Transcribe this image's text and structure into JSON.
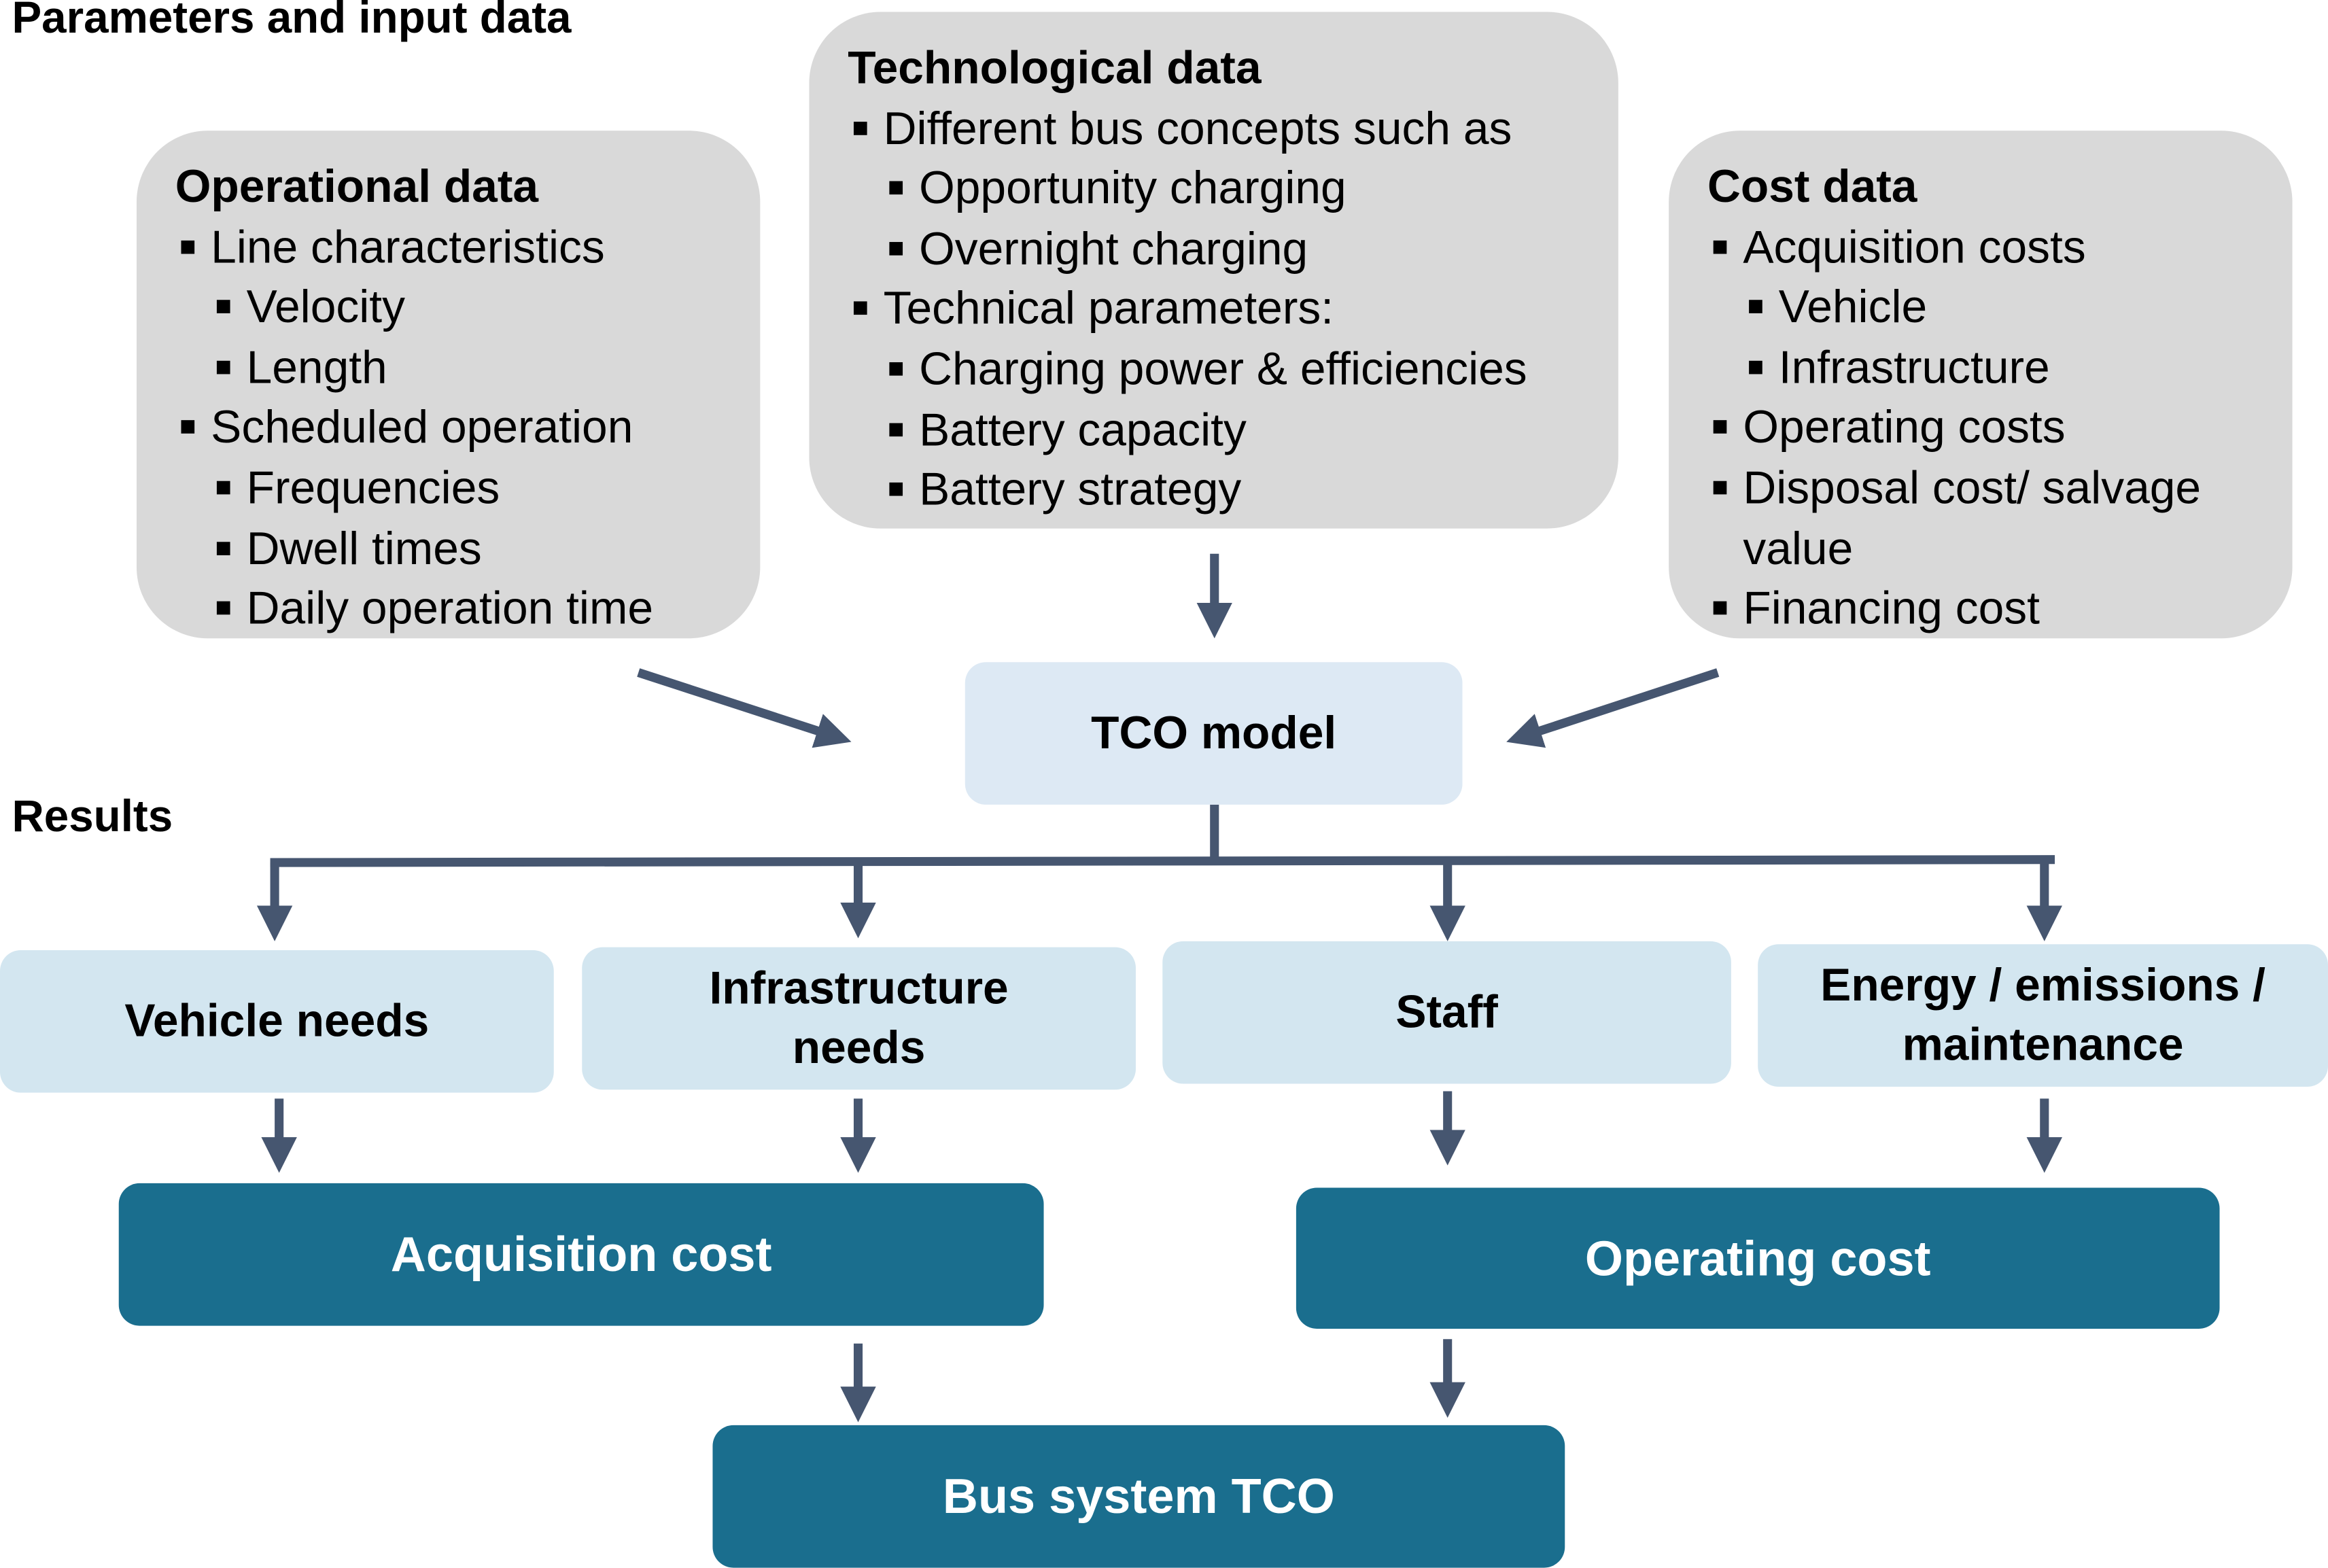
{
  "sections": {
    "inputs": "Parameters and input data",
    "results": "Results"
  },
  "operational": {
    "title": "Operational data",
    "items": [
      {
        "level": 1,
        "text": "Line characteristics"
      },
      {
        "level": 2,
        "text": "Velocity"
      },
      {
        "level": 2,
        "text": "Length"
      },
      {
        "level": 1,
        "text": "Scheduled operation"
      },
      {
        "level": 2,
        "text": "Frequencies"
      },
      {
        "level": 2,
        "text": "Dwell times"
      },
      {
        "level": 2,
        "text": "Daily operation time"
      }
    ]
  },
  "technological": {
    "title": "Technological data",
    "items": [
      {
        "level": 1,
        "text": "Different bus concepts such as"
      },
      {
        "level": 2,
        "text": "Opportunity charging"
      },
      {
        "level": 2,
        "text": "Overnight charging"
      },
      {
        "level": 1,
        "text": "Technical parameters:"
      },
      {
        "level": 2,
        "text": "Charging power & efficiencies"
      },
      {
        "level": 2,
        "text": "Battery capacity"
      },
      {
        "level": 2,
        "text": "Battery strategy"
      }
    ]
  },
  "cost": {
    "title": "Cost data",
    "items": [
      {
        "level": 1,
        "text": "Acquisition costs"
      },
      {
        "level": 2,
        "text": "Vehicle"
      },
      {
        "level": 2,
        "text": "Infrastructure"
      },
      {
        "level": 1,
        "text": "Operating costs"
      },
      {
        "level": 1,
        "text": "Disposal cost/ salvage"
      },
      {
        "level": 0,
        "text": "value"
      },
      {
        "level": 1,
        "text": "Financing cost"
      }
    ]
  },
  "model": "TCO model",
  "results": {
    "vehicle": "Vehicle needs",
    "infra_1": "Infrastructure",
    "infra_2": "needs",
    "staff": "Staff",
    "energy_1": "Energy / emissions /",
    "energy_2": "maintenance"
  },
  "costs": {
    "acquisition": "Acquisition cost",
    "operating": "Operating cost",
    "total": "Bus system TCO"
  },
  "colors": {
    "grey_box": "#d9d9d9",
    "light_box": "#d3e6f0",
    "model_box": "#dde9f4",
    "dark_box": "#1a6e8e",
    "arrow": "#465670"
  }
}
